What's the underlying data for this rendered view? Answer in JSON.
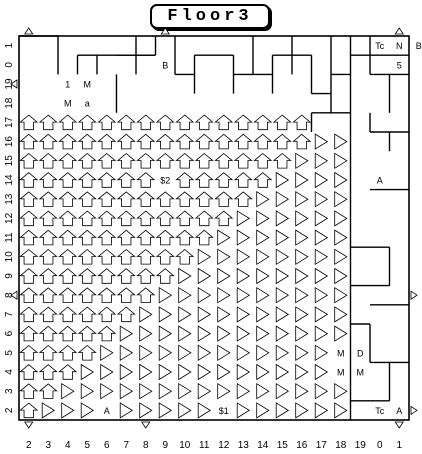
{
  "title": "Floor3",
  "columns": [
    "2",
    "3",
    "4",
    "5",
    "6",
    "7",
    "8",
    "9",
    "10",
    "11",
    "12",
    "13",
    "14",
    "15",
    "16",
    "17",
    "18",
    "19",
    "0",
    "1"
  ],
  "rows": [
    "1",
    "0",
    "19",
    "18",
    "17",
    "16",
    "15",
    "14",
    "13",
    "12",
    "11",
    "10",
    "9",
    "8",
    "7",
    "6",
    "5",
    "4",
    "3",
    "2"
  ],
  "labels": [
    {
      "text": "B",
      "col": 7,
      "row": 1
    },
    {
      "text": "5",
      "col": 19,
      "row": 1
    },
    {
      "text": "Tc",
      "col": 18,
      "row": 0
    },
    {
      "text": "N",
      "col": 19,
      "row": 0
    },
    {
      "text": "B",
      "col": 20,
      "row": 0
    },
    {
      "text": "A",
      "col": 4,
      "row": 19
    },
    {
      "text": "$1",
      "col": 10,
      "row": 19
    },
    {
      "text": "Tc",
      "col": 18,
      "row": 19
    },
    {
      "text": "A",
      "col": 19,
      "row": 19
    },
    {
      "text": "M",
      "col": 16,
      "row": 17
    },
    {
      "text": "M",
      "col": 17,
      "row": 17
    },
    {
      "text": "M",
      "col": 16,
      "row": 16
    },
    {
      "text": "D",
      "col": 17,
      "row": 16
    },
    {
      "text": "$2",
      "col": 7,
      "row": 7
    },
    {
      "text": "A",
      "col": 18,
      "row": 7
    },
    {
      "text": "M",
      "col": 2,
      "row": 3
    },
    {
      "text": "a",
      "col": 3,
      "row": 3
    },
    {
      "text": "1",
      "col": 2,
      "row": 2
    },
    {
      "text": "M",
      "col": 3,
      "row": 2
    }
  ]
}
